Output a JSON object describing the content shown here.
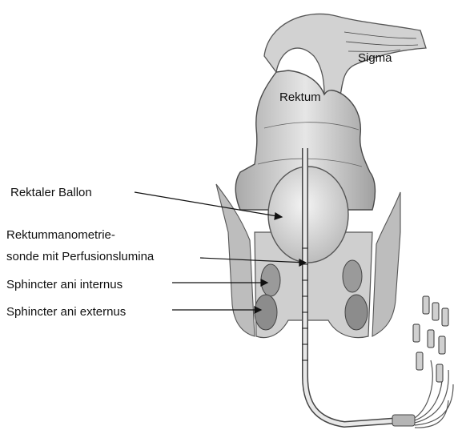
{
  "labels": {
    "sigma": "Sigma",
    "rektum": "Rektum",
    "rektaler_ballon": "Rektaler Ballon",
    "sonde_line1": "Rektummanometrie-",
    "sonde_line2": "sonde mit Perfusionslumina",
    "sphincter_internus": "Sphincter ani internus",
    "sphincter_externus": "Sphincter ani externus"
  }
}
